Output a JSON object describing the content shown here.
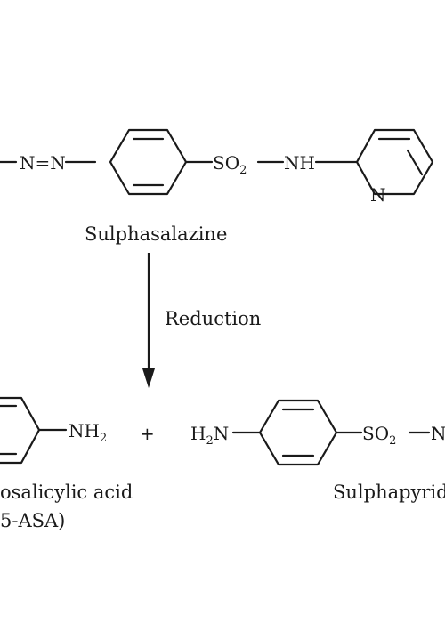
{
  "diagram": {
    "top_reactant": {
      "azo_link": "N=N",
      "sulfonyl": "SO",
      "sulfonyl_sub": "2",
      "amide_nh": "NH",
      "pyridine_n": "N",
      "name": "Sulphasalazine"
    },
    "reaction": {
      "label": "Reduction"
    },
    "products": {
      "left_group": "NH",
      "left_group_sub": "2",
      "left_name_line1": "osalicylic acid",
      "left_name_line2": "5-ASA)",
      "plus": "+",
      "right_amine_h": "H",
      "right_amine_sub": "2",
      "right_amine_n": "N",
      "right_sulfonyl": "SO",
      "right_sulfonyl_sub": "2",
      "right_cut_n": "N",
      "right_name": "Sulphapyrid"
    },
    "colors": {
      "ink": "#1a1a1a",
      "background": "#ffffff"
    }
  }
}
